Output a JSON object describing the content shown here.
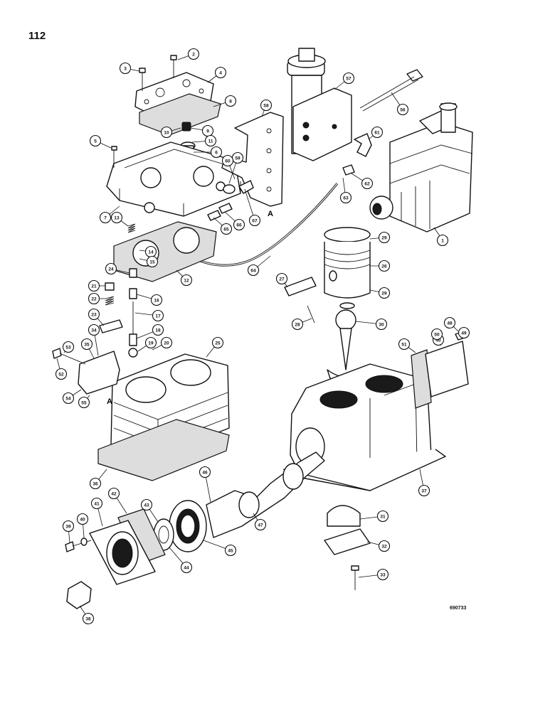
{
  "page_number": "112",
  "figure_code": "690733",
  "section_marker": "A",
  "callouts": [
    {
      "id": "c1",
      "label": "1"
    },
    {
      "id": "c2",
      "label": "2"
    },
    {
      "id": "c3",
      "label": "3"
    },
    {
      "id": "c4",
      "label": "4"
    },
    {
      "id": "c5",
      "label": "5"
    },
    {
      "id": "c6",
      "label": "6"
    },
    {
      "id": "c7",
      "label": "7"
    },
    {
      "id": "c8",
      "label": "8"
    },
    {
      "id": "c9",
      "label": "9"
    },
    {
      "id": "c10",
      "label": "10"
    },
    {
      "id": "c11",
      "label": "11"
    },
    {
      "id": "c12",
      "label": "12"
    },
    {
      "id": "c13",
      "label": "13"
    },
    {
      "id": "c14",
      "label": "14"
    },
    {
      "id": "c15",
      "label": "15"
    },
    {
      "id": "c16",
      "label": "16"
    },
    {
      "id": "c17",
      "label": "17"
    },
    {
      "id": "c18",
      "label": "18"
    },
    {
      "id": "c19",
      "label": "19"
    },
    {
      "id": "c20",
      "label": "20"
    },
    {
      "id": "c21",
      "label": "21"
    },
    {
      "id": "c22",
      "label": "22"
    },
    {
      "id": "c23",
      "label": "23"
    },
    {
      "id": "c24",
      "label": "24"
    },
    {
      "id": "c25",
      "label": "25"
    },
    {
      "id": "c26",
      "label": "26"
    },
    {
      "id": "c27",
      "label": "27"
    },
    {
      "id": "c28",
      "label": "28"
    },
    {
      "id": "c29a",
      "label": "29"
    },
    {
      "id": "c29b",
      "label": "29"
    },
    {
      "id": "c30",
      "label": "30"
    },
    {
      "id": "c31",
      "label": "31"
    },
    {
      "id": "c32",
      "label": "32"
    },
    {
      "id": "c33",
      "label": "33"
    },
    {
      "id": "c34",
      "label": "34"
    },
    {
      "id": "c35",
      "label": "35"
    },
    {
      "id": "c36",
      "label": "36"
    },
    {
      "id": "c37",
      "label": "37"
    },
    {
      "id": "c38",
      "label": "38"
    },
    {
      "id": "c39",
      "label": "39"
    },
    {
      "id": "c40a",
      "label": "40"
    },
    {
      "id": "c40b",
      "label": "40"
    },
    {
      "id": "c41",
      "label": "41"
    },
    {
      "id": "c42",
      "label": "42"
    },
    {
      "id": "c43",
      "label": "43"
    },
    {
      "id": "c44",
      "label": "44"
    },
    {
      "id": "c45",
      "label": "45"
    },
    {
      "id": "c46",
      "label": "46"
    },
    {
      "id": "c47",
      "label": "47"
    },
    {
      "id": "c48",
      "label": "48"
    },
    {
      "id": "c49",
      "label": "49"
    },
    {
      "id": "c50",
      "label": "50"
    },
    {
      "id": "c51",
      "label": "51"
    },
    {
      "id": "c52",
      "label": "52"
    },
    {
      "id": "c53",
      "label": "53"
    },
    {
      "id": "c54",
      "label": "54"
    },
    {
      "id": "c55",
      "label": "55"
    },
    {
      "id": "c56",
      "label": "56"
    },
    {
      "id": "c57",
      "label": "57"
    },
    {
      "id": "c58",
      "label": "58"
    },
    {
      "id": "c59",
      "label": "59"
    },
    {
      "id": "c60",
      "label": "60"
    },
    {
      "id": "c61",
      "label": "61"
    },
    {
      "id": "c62",
      "label": "62"
    },
    {
      "id": "c63",
      "label": "63"
    },
    {
      "id": "c64",
      "label": "64"
    },
    {
      "id": "c65",
      "label": "65"
    },
    {
      "id": "c66",
      "label": "66"
    },
    {
      "id": "c67",
      "label": "67"
    }
  ]
}
